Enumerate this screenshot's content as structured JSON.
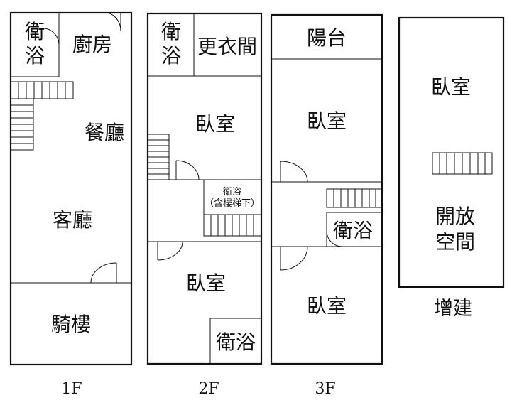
{
  "floors": {
    "f1": {
      "label": "1F",
      "rooms": {
        "bath_line1": "衛",
        "bath_line2": "浴",
        "kitchen": "廚房",
        "dining": "餐廳",
        "living": "客廳",
        "arcade": "騎樓"
      }
    },
    "f2": {
      "label": "2F",
      "rooms": {
        "bath_line1": "衛",
        "bath_line2": "浴",
        "closet": "更衣間",
        "bedroom_top": "臥室",
        "bath_stair_line1": "衛浴",
        "bath_stair_line2": "（含樓梯下）",
        "bedroom_bottom": "臥室",
        "bath_bottom": "衛浴"
      }
    },
    "f3": {
      "label": "3F",
      "rooms": {
        "balcony": "陽台",
        "bedroom_top": "臥室",
        "bath": "衛浴",
        "bedroom_bottom": "臥室"
      }
    },
    "addition": {
      "label": "增建",
      "rooms": {
        "bedroom": "臥室",
        "open_line1": "開放",
        "open_line2": "空間"
      }
    }
  }
}
